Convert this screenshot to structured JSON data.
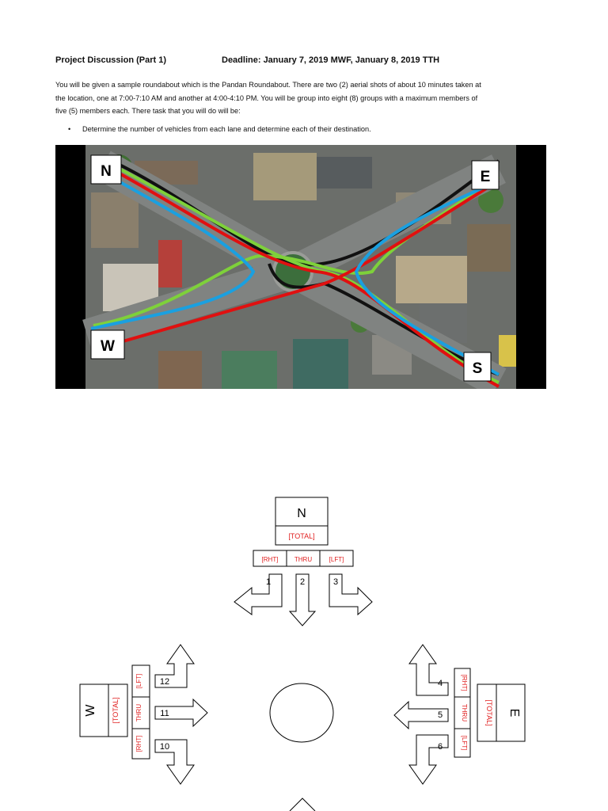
{
  "header": {
    "title": "Project Discussion (Part 1)",
    "deadline": "Deadline: January 7, 2019 MWF, January 8, 2019 TTH"
  },
  "intro": {
    "line1": "You will be given a sample roundabout which is the Pandan Roundabout. There are two (2) aerial shots of about 10 minutes taken at",
    "line2": "the location, one at 7:00-7:10 AM and another at 4:00-4:10 PM. You will be group into eight (8) groups with a maximum members of",
    "line3": "five (5) members each. There task that you will do will be:"
  },
  "tasks": [
    "Determine the number of vehicles from each lane and determine each of their destination."
  ],
  "photo": {
    "labels": {
      "n": "N",
      "e": "E",
      "w": "W",
      "s": "S"
    },
    "route_colors": {
      "green": "#7ed13a",
      "black": "#111111",
      "red": "#e01010",
      "blue": "#1aa0e0"
    }
  },
  "diagram": {
    "north": {
      "dir": "N",
      "total": "[TOTAL]",
      "rht": "[RHT]",
      "thru": "THRU",
      "lft": "[LFT]",
      "n1": "1",
      "n2": "2",
      "n3": "3"
    },
    "east": {
      "dir": "E",
      "total": "[TOTAL]",
      "rht": "[RHT]",
      "thru": "THRU",
      "lft": "[LFT]",
      "n1": "4",
      "n2": "5",
      "n3": "6"
    },
    "west": {
      "dir": "W",
      "total": "[TOTAL]",
      "rht": "[RHT]",
      "thru": "THRU",
      "lft": "[LFT]",
      "n1": "10",
      "n2": "11",
      "n3": "12"
    },
    "accent_color": "#e02020"
  }
}
